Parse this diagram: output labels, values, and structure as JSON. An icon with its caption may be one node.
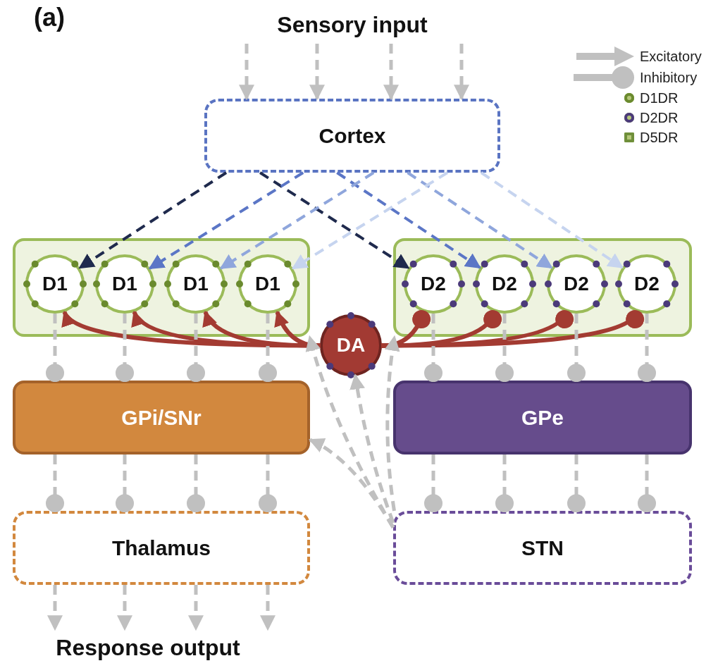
{
  "diagram": {
    "nodes": [
      {
        "text": [
          "Sensory input"
        ]
      },
      {
        "text": [
          "Cortex"
        ]
      },
      {
        "text": [],
        "shape": "box"
      },
      {
        "text": [
          "D1"
        ],
        "in": 2
      },
      {
        "text": [
          "D1"
        ],
        "in": 2
      },
      {
        "text": [
          "D1"
        ],
        "in": 2
      },
      {
        "text": [
          "D1"
        ],
        "in": 2
      },
      {
        "text": [],
        "shape": "box"
      },
      {
        "text": [
          "D2"
        ],
        "in": 7
      },
      {
        "text": [
          "D2"
        ],
        "in": 7
      },
      {
        "text": [
          "D2"
        ],
        "in": 7
      },
      {
        "text": [
          "D2"
        ],
        "in": 7
      },
      {
        "text": [
          "DA"
        ]
      },
      {
        "text": [
          "GPi/SNr"
        ]
      },
      {
        "text": [
          "GPe"
        ]
      },
      {
        "text": [
          "Thalamus"
        ]
      },
      {
        "text": [
          "STN"
        ]
      },
      {
        "text": [
          "Response output"
        ]
      }
    ],
    "edges": [
      {
        "from": 0,
        "to": 1,
        "arrow": "to",
        "style": "dashed"
      },
      {
        "from": 0,
        "to": 1,
        "arrow": "to",
        "style": "dashed"
      },
      {
        "from": 0,
        "to": 1,
        "arrow": "to",
        "style": "dashed"
      },
      {
        "from": 0,
        "to": 1,
        "arrow": "to",
        "style": "dashed"
      },
      {
        "from": 1,
        "to": 3,
        "arrow": "to",
        "style": "dashed",
        "color": "#1f2a4d"
      },
      {
        "from": 1,
        "to": 8,
        "arrow": "to",
        "style": "dashed",
        "color": "#1f2a4d"
      },
      {
        "from": 1,
        "to": 4,
        "arrow": "to",
        "style": "dashed",
        "color": "#5b76c6"
      },
      {
        "from": 1,
        "to": 9,
        "arrow": "to",
        "style": "dashed",
        "color": "#5b76c6"
      },
      {
        "from": 1,
        "to": 5,
        "arrow": "to",
        "style": "dashed",
        "color": "#8fa6dc"
      },
      {
        "from": 1,
        "to": 10,
        "arrow": "to",
        "style": "dashed",
        "color": "#8fa6dc"
      },
      {
        "from": 1,
        "to": 6,
        "arrow": "to",
        "style": "dashed",
        "color": "#c6d4ef"
      },
      {
        "from": 1,
        "to": 11,
        "arrow": "to",
        "style": "dashed",
        "color": "#c6d4ef"
      },
      {
        "from": 12,
        "to": 3,
        "arrow": "to",
        "color": "#a33b32"
      },
      {
        "from": 12,
        "to": 4,
        "arrow": "to",
        "color": "#a33b32"
      },
      {
        "from": 12,
        "to": 5,
        "arrow": "to",
        "color": "#a33b32"
      },
      {
        "from": 12,
        "to": 6,
        "arrow": "to",
        "color": "#a33b32"
      },
      {
        "from": 12,
        "to": 8,
        "arrow": "other",
        "color": "#a33b32"
      },
      {
        "from": 12,
        "to": 9,
        "arrow": "other",
        "color": "#a33b32"
      },
      {
        "from": 12,
        "to": 10,
        "arrow": "other",
        "color": "#a33b32"
      },
      {
        "from": 12,
        "to": 11,
        "arrow": "other",
        "color": "#a33b32"
      },
      {
        "from": 3,
        "to": 13,
        "arrow": "other",
        "style": "dashed"
      },
      {
        "from": 4,
        "to": 13,
        "arrow": "other",
        "style": "dashed"
      },
      {
        "from": 5,
        "to": 13,
        "arrow": "other",
        "style": "dashed"
      },
      {
        "from": 6,
        "to": 13,
        "arrow": "other",
        "style": "dashed"
      },
      {
        "from": 8,
        "to": 14,
        "arrow": "other",
        "style": "dashed"
      },
      {
        "from": 9,
        "to": 14,
        "arrow": "other",
        "style": "dashed"
      },
      {
        "from": 10,
        "to": 14,
        "arrow": "other",
        "style": "dashed"
      },
      {
        "from": 11,
        "to": 14,
        "arrow": "other",
        "style": "dashed"
      },
      {
        "from": 13,
        "to": 15,
        "arrow": "other",
        "style": "dashed"
      },
      {
        "from": 13,
        "to": 15,
        "arrow": "other",
        "style": "dashed"
      },
      {
        "from": 13,
        "to": 15,
        "arrow": "other",
        "style": "dashed"
      },
      {
        "from": 13,
        "to": 15,
        "arrow": "other",
        "style": "dashed"
      },
      {
        "from": 14,
        "to": 16,
        "arrow": "other",
        "style": "dashed"
      },
      {
        "from": 14,
        "to": 16,
        "arrow": "other",
        "style": "dashed"
      },
      {
        "from": 14,
        "to": 16,
        "arrow": "other",
        "style": "dashed"
      },
      {
        "from": 14,
        "to": 16,
        "arrow": "other",
        "style": "dashed"
      },
      {
        "from": 15,
        "to": 17,
        "arrow": "to",
        "style": "dashed"
      },
      {
        "from": 15,
        "to": 17,
        "arrow": "to",
        "style": "dashed"
      },
      {
        "from": 15,
        "to": 17,
        "arrow": "to",
        "style": "dashed"
      },
      {
        "from": 15,
        "to": 17,
        "arrow": "to",
        "style": "dashed"
      },
      {
        "from": 16,
        "to": 13,
        "arrow": "to",
        "style": "dashed"
      },
      {
        "from": 16,
        "to": 2,
        "arrow": "to",
        "style": "dashed"
      },
      {
        "from": 16,
        "to": 12,
        "arrow": "to",
        "style": "dashed"
      },
      {
        "from": 16,
        "to": 7,
        "arrow": "to",
        "style": "dashed"
      }
    ],
    "labels": [
      "(a)"
    ],
    "legend": [
      {
        "text": "Excitatory"
      },
      {
        "text": "Inhibitory"
      },
      {
        "text": "D1DR",
        "color": "#6a8a2e"
      },
      {
        "text": "D2DR",
        "color": "#4b3a7a"
      },
      {
        "text": "D5DR",
        "color": "#6f8f3a"
      }
    ]
  }
}
